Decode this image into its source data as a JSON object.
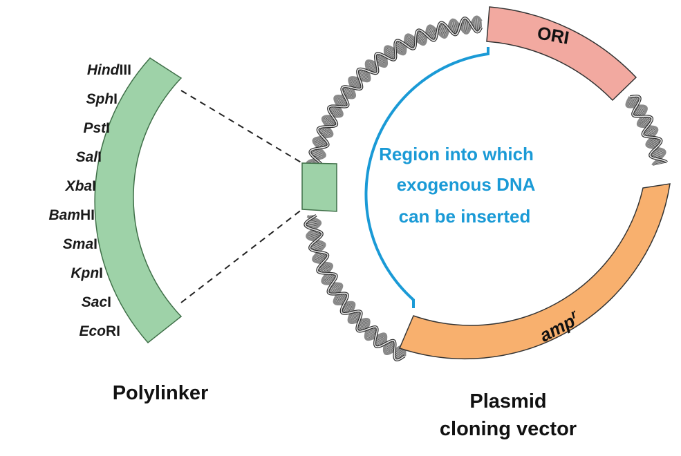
{
  "polylinker": {
    "caption": "Polylinker",
    "color": "#9ed2a8",
    "enzymes": [
      {
        "italic": "Hind",
        "rest": "III"
      },
      {
        "italic": "Sph",
        "rest": "I"
      },
      {
        "italic": "Pst",
        "rest": "I"
      },
      {
        "italic": "Sal",
        "rest": "I"
      },
      {
        "italic": "Xba",
        "rest": "I"
      },
      {
        "italic": "Bam",
        "rest": "HI"
      },
      {
        "italic": "Sma",
        "rest": "I"
      },
      {
        "italic": "Kpn",
        "rest": "I"
      },
      {
        "italic": "Sac",
        "rest": "I"
      },
      {
        "italic": "Eco",
        "rest": "RI"
      }
    ]
  },
  "plasmid": {
    "caption_line1": "Plasmid",
    "caption_line2": "cloning vector",
    "ori_label": "ORI",
    "ori_color": "#f2a9a0",
    "amp_label": "amp",
    "amp_superscript": "r",
    "amp_color": "#f8b06e",
    "region_lines": [
      "Region into which",
      "exogenous DNA",
      "can be inserted"
    ],
    "region_color": "#1a9ad6"
  }
}
